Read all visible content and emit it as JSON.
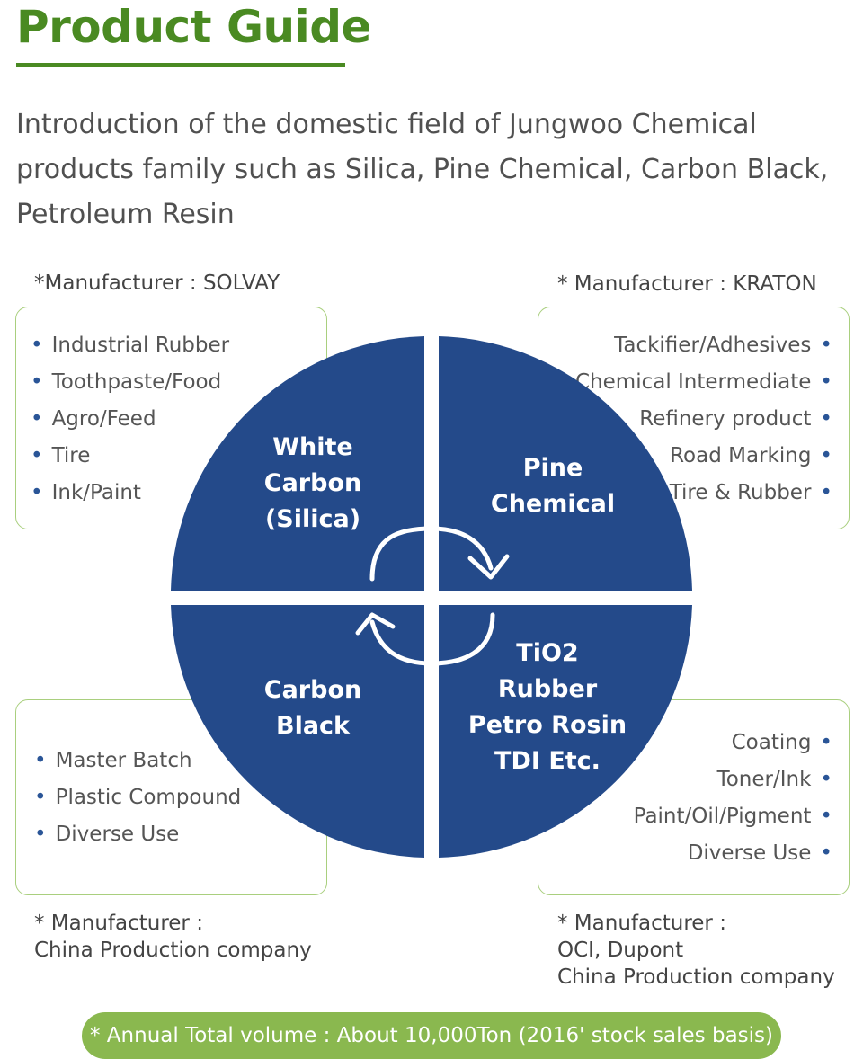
{
  "header": {
    "title": "Product Guide",
    "intro": " Introduction of the domestic field of Jungwoo Chemical products family such as Silica, Pine Chemical, Carbon Black, Petroleum Resin"
  },
  "quadrants": {
    "top_left": {
      "manufacturer": "*Manufacturer : SOLVAY",
      "label": "White\nCarbon\n(Silica)",
      "uses": [
        "Industrial Rubber",
        "Toothpaste/Food",
        "Agro/Feed",
        "Tire",
        "Ink/Paint"
      ]
    },
    "top_right": {
      "manufacturer": "* Manufacturer : KRATON",
      "label": "Pine\nChemical",
      "uses": [
        "Tackifier/Adhesives",
        "Chemical Intermediate",
        "Refinery product",
        "Road Marking",
        "Tire & Rubber"
      ]
    },
    "bottom_left": {
      "manufacturer": "* Manufacturer :\n  China Production company",
      "label": "Carbon\nBlack",
      "uses": [
        "Master Batch",
        "Plastic Compound",
        "Diverse Use"
      ]
    },
    "bottom_right": {
      "manufacturer": "* Manufacturer :\n   OCI, Dupont\n   China Production company",
      "label": "TiO2\nRubber\nPetro Rosin\nTDI Etc.",
      "uses": [
        "Coating",
        "Toner/Ink",
        "Paint/Oil/Pigment",
        "Diverse Use"
      ]
    }
  },
  "footer": {
    "note": "* Annual Total volume : About 10,000Ton (2016' stock sales basis)"
  },
  "colors": {
    "title_green": "#4a8a22",
    "box_border": "#a9cf7e",
    "circle_blue": "#244a8a",
    "pill_green": "#8ab84f"
  }
}
